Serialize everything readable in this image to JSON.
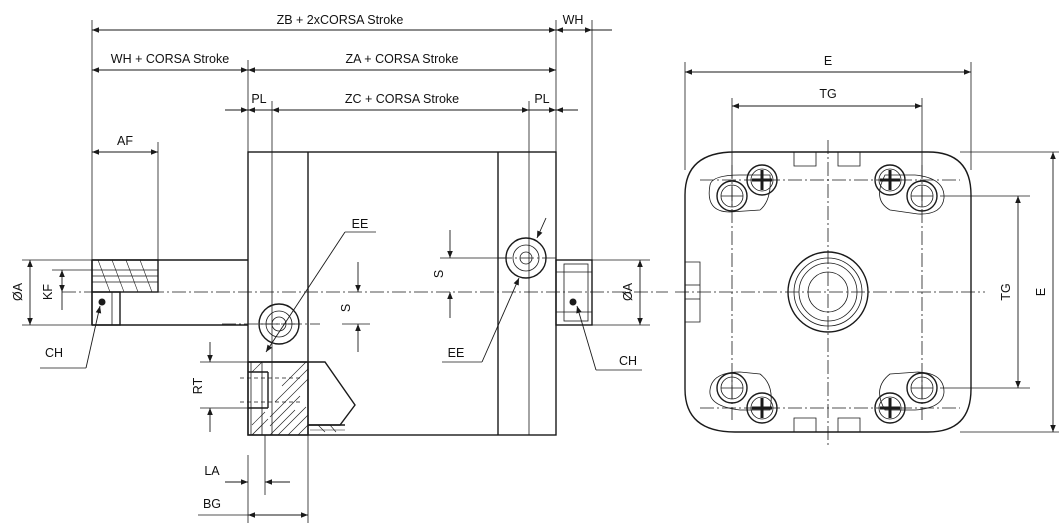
{
  "labels": {
    "zb": "ZB + 2xCORSA Stroke",
    "wh_top": "WH",
    "wh_corsa": "WH + CORSA Stroke",
    "za": "ZA + CORSA Stroke",
    "pl_left": "PL",
    "zc": "ZC + CORSA Stroke",
    "pl_right": "PL",
    "af": "AF",
    "ee_left": "EE",
    "ee_right": "EE",
    "s_left": "S",
    "s_right": "S",
    "oa_left": "ØA",
    "oa_right": "ØA",
    "kf": "KF",
    "ch_left": "CH",
    "ch_right": "CH",
    "rt": "RT",
    "la": "LA",
    "bg": "BG",
    "e_top": "E",
    "tg_top": "TG",
    "tg_side": "TG",
    "e_side": "E"
  }
}
